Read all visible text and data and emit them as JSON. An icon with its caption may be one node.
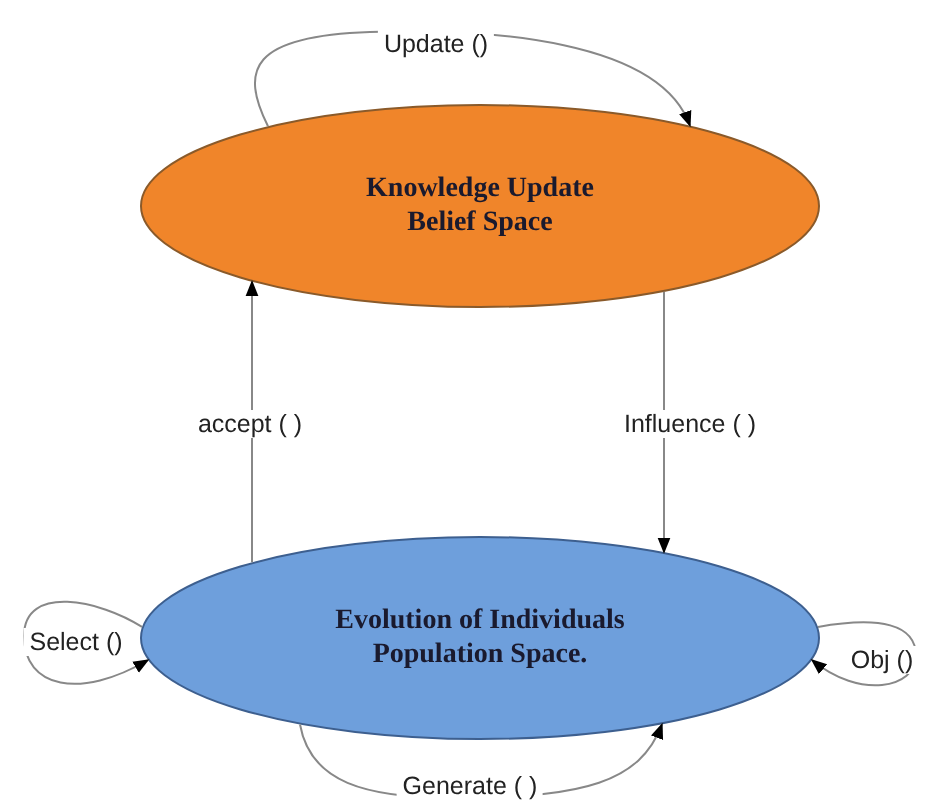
{
  "diagram": {
    "nodes": [
      {
        "text": [
          "Knowledge Update Belief Space"
        ]
      },
      {
        "text": [
          "Evolution of Individuals Population Space."
        ]
      }
    ],
    "edges": [
      {
        "from": 0,
        "to": 0,
        "arrow": "to",
        "label": "Update ()"
      },
      {
        "from": 1,
        "to": 0,
        "arrow": "to",
        "label": "accept ( )"
      },
      {
        "from": 0,
        "to": 1,
        "arrow": "to",
        "label": "Influence ( )"
      },
      {
        "from": 1,
        "to": 1,
        "arrow": "to",
        "label": "Select ()"
      },
      {
        "from": 1,
        "to": 1,
        "arrow": "to",
        "label": "Obj ()"
      },
      {
        "from": 1,
        "to": 1,
        "arrow": "to",
        "label": "Generate  ( )"
      }
    ]
  }
}
